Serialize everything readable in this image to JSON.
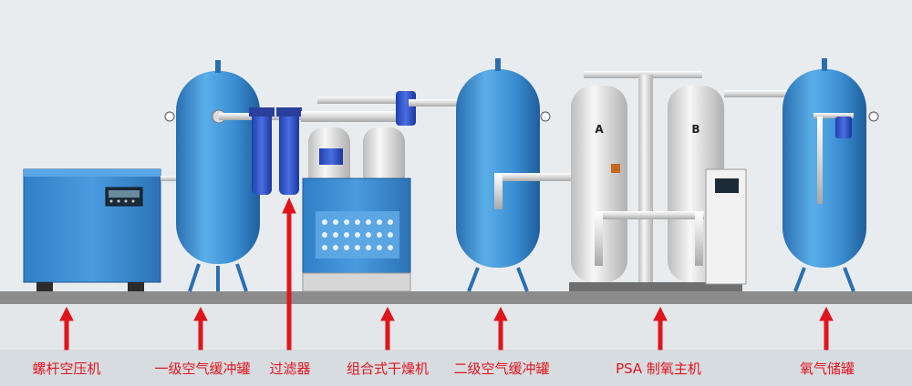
{
  "labels": {
    "screw_compressor": "螺杆空压机",
    "primary_tank": "一级空气缓冲罐",
    "filter": "过滤器",
    "dryer": "组合式干燥机",
    "secondary_tank": "二级空气缓冲罐",
    "psa_generator": "PSA 制氧主机",
    "oxygen_tank": "氧气储罐"
  },
  "tower_marks": {
    "left": "A",
    "right": "B"
  },
  "colors": {
    "tank_blue": "#3b8fd4",
    "arrow_red": "#e0151b",
    "tower_white": "#ececec",
    "ground": "#8c8c8c",
    "background": "#e9ecef"
  }
}
